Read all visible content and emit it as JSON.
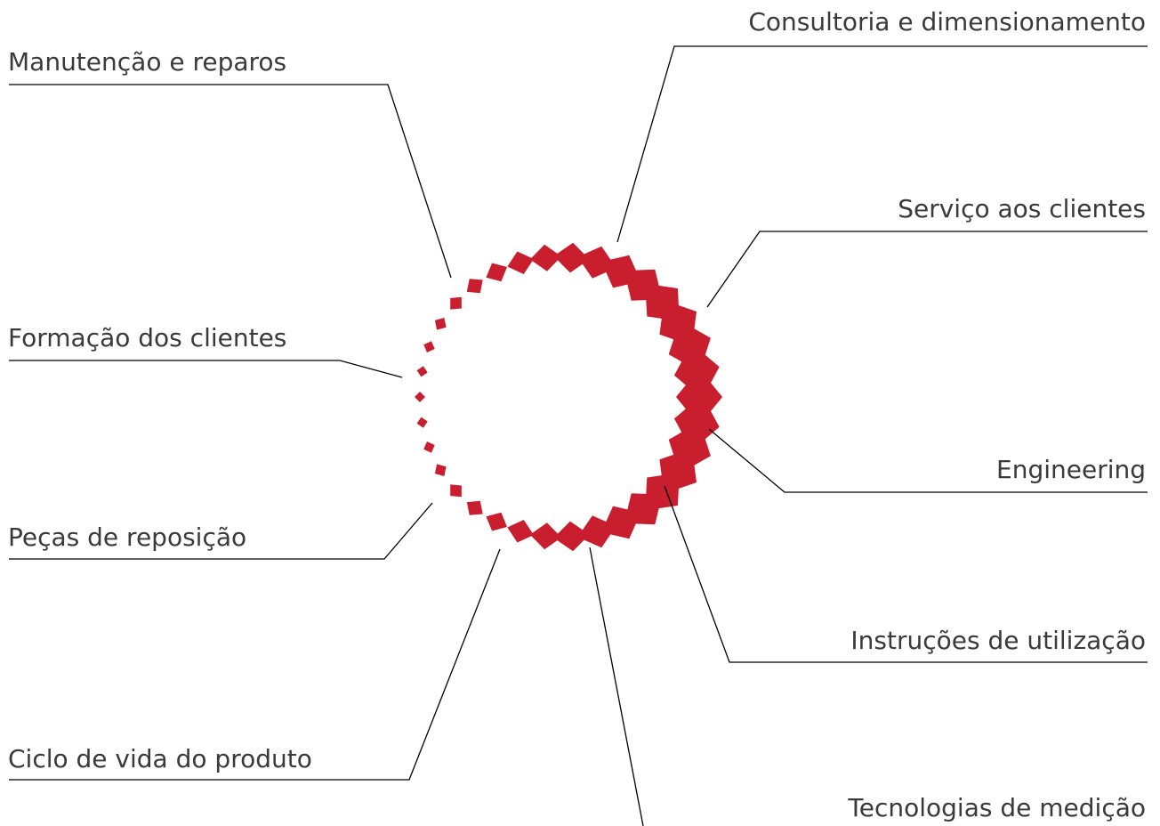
{
  "diagram": {
    "accent_color": "#c91e2d",
    "line_color": "#000000",
    "labels": {
      "manutencao": "Manutenção e reparos",
      "formacao": "Formação dos clientes",
      "pecas": "Peças de reposição",
      "ciclo": "Ciclo de vida do produto",
      "consultoria": "Consultoria e dimensionamento",
      "servico": "Serviço aos clientes",
      "engineering": "Engineering",
      "instrucoes": "Instruções de utilização",
      "tecnologias": "Tecnologias de medição"
    }
  }
}
